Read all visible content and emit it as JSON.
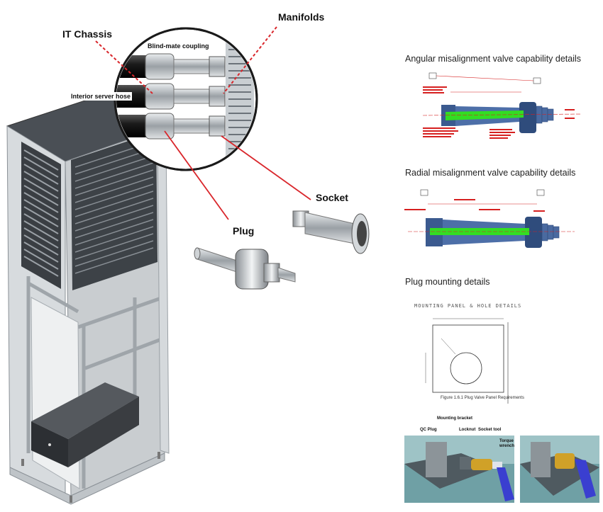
{
  "callouts": {
    "it_chassis": "IT Chassis",
    "manifolds": "Manifolds",
    "blind_mate": "Blind-mate coupling",
    "interior_hose": "Interior server hose",
    "socket": "Socket",
    "plug": "Plug"
  },
  "sections": {
    "angular": "Angular misalignment valve capability details",
    "radial": "Radial misalignment valve capability details",
    "mounting": "Plug mounting details"
  },
  "mounting_drawing": {
    "title": "MOUNTING PANEL & HOLE DETAILS",
    "caption": "Figure 1.6.1 Plug Valve Panel Requirements"
  },
  "photo_labels": {
    "qc_plug": "QC Plug",
    "mounting_bracket": "Mounting bracket",
    "locknut": "Locknut",
    "socket_tool": "Socket tool",
    "torque_wrench": "Torque\nwrench"
  },
  "colors": {
    "dashed_leader": "#d9262b",
    "solid_leader": "#d9262b",
    "rack_frame": "#b9bfc4",
    "valve_body": "#3b5a8f",
    "flow_highlight": "#33dd22"
  }
}
